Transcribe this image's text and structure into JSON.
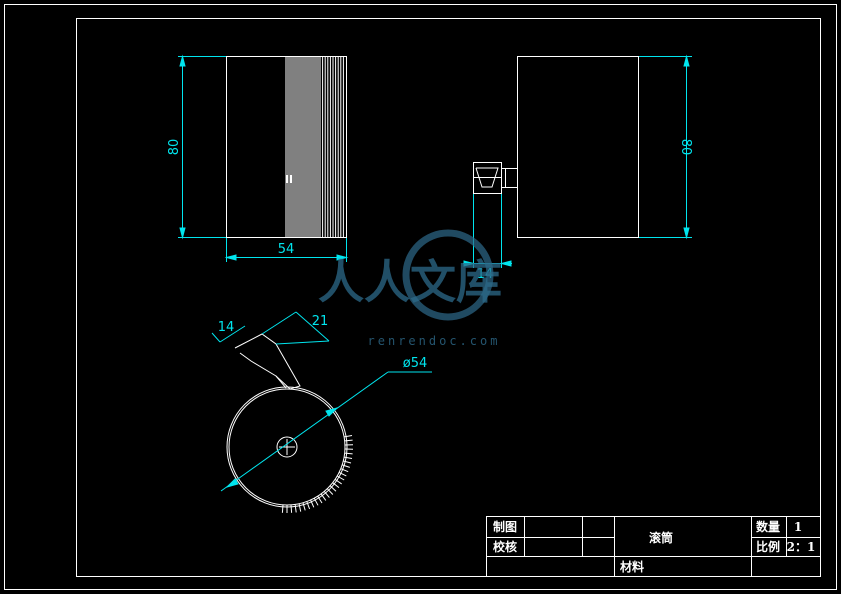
{
  "title_block": {
    "drawn_label": "制图",
    "checked_label": "校核",
    "part_name": "滚筒",
    "quantity_label": "数量",
    "quantity_value": "1",
    "scale_label": "比例",
    "scale_value": "2：1",
    "material_label": "材料"
  },
  "dimensions": {
    "front_height": "80",
    "front_width": "54",
    "side_height": "80",
    "side_pin": "14",
    "section_left": "14",
    "section_right": "21",
    "diameter": "ø54"
  },
  "watermark": {
    "brand": "人人文库",
    "url": "renrendoc.com"
  },
  "colors": {
    "background": "#000000",
    "geometry": "#ffffff",
    "dimension": "#00e5ee",
    "watermark": "#2d6a8a"
  }
}
